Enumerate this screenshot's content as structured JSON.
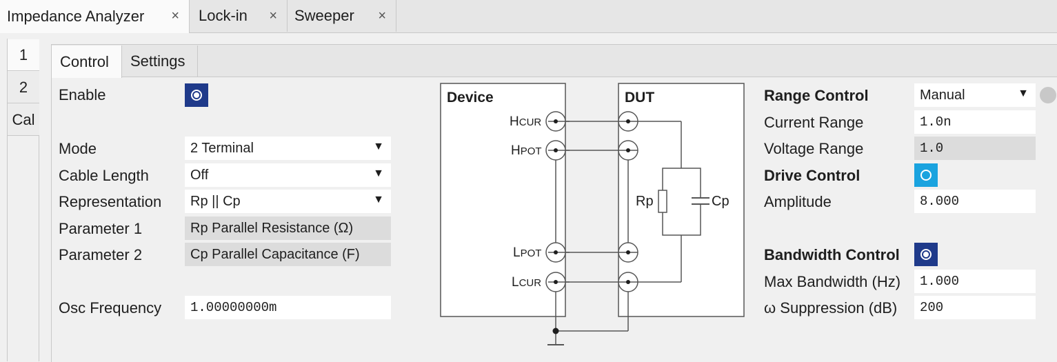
{
  "top_tabs": [
    {
      "label": "Impedance Analyzer",
      "close": "×"
    },
    {
      "label": "Lock-in",
      "close": "×"
    },
    {
      "label": "Sweeper",
      "close": "×"
    }
  ],
  "side_tabs": [
    "1",
    "2",
    "Cal"
  ],
  "sub_tabs": [
    "Control",
    "Settings"
  ],
  "left": {
    "enable_label": "Enable",
    "mode_label": "Mode",
    "mode_value": "2 Terminal",
    "cable_label": "Cable Length",
    "cable_value": "Off",
    "repr_label": "Representation",
    "repr_value": "Rp || Cp",
    "param1_label": "Parameter 1",
    "param1_value": "Rp Parallel Resistance (Ω)",
    "param2_label": "Parameter 2",
    "param2_value": "Cp Parallel Capacitance (F)",
    "osc_label": "Osc Frequency",
    "osc_value": "1.00000000m"
  },
  "diagram": {
    "device_label": "Device",
    "dut_label": "DUT",
    "hcur_main": "H",
    "hcur_sub": "CUR",
    "hpot_main": "H",
    "hpot_sub": "POT",
    "lpot_main": "L",
    "lpot_sub": "POT",
    "lcur_main": "L",
    "lcur_sub": "CUR",
    "rp": "Rp",
    "cp": "Cp"
  },
  "right": {
    "range_control_label": "Range Control",
    "range_control_value": "Manual",
    "current_range_label": "Current Range",
    "current_range_value": "1.0n",
    "voltage_range_label": "Voltage Range",
    "voltage_range_value": "1.0",
    "drive_control_label": "Drive Control",
    "amplitude_label": "Amplitude",
    "amplitude_value": "8.000",
    "bandwidth_control_label": "Bandwidth Control",
    "max_bw_label": "Max Bandwidth (Hz)",
    "max_bw_value": "1.000",
    "omega_label": "ω Suppression (dB)",
    "omega_value": "200"
  },
  "icons": {
    "dropdown": "▼"
  },
  "colors": {
    "toggle_on": "#1f3a8a",
    "toggle_cyan": "#1aa3df",
    "status_dot": "#c8c8c8"
  }
}
